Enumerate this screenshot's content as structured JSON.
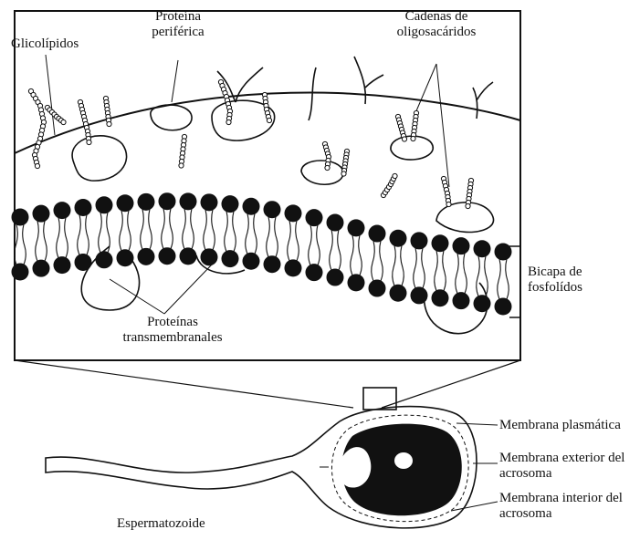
{
  "labels": {
    "glicolipidos": "Glicolípidos",
    "proteina_periferica": [
      "Proteína",
      "periférica"
    ],
    "cadenas": [
      "Cadenas de",
      "oligosacáridos"
    ],
    "bicapa": [
      "Bicapa de",
      "fosfolídos"
    ],
    "proteinas_trans": [
      "Proteínas",
      "transmembranales"
    ],
    "membrana_plasmatica": "Membrana plasmática",
    "membrana_exterior": [
      "Membrana exterior del",
      "acrosoma"
    ],
    "membrana_interior": [
      "Membrana interior del",
      "acrosoma"
    ],
    "espermatozoide": "Espermatozoide"
  },
  "colors": {
    "ink": "#111111",
    "background": "#ffffff"
  }
}
